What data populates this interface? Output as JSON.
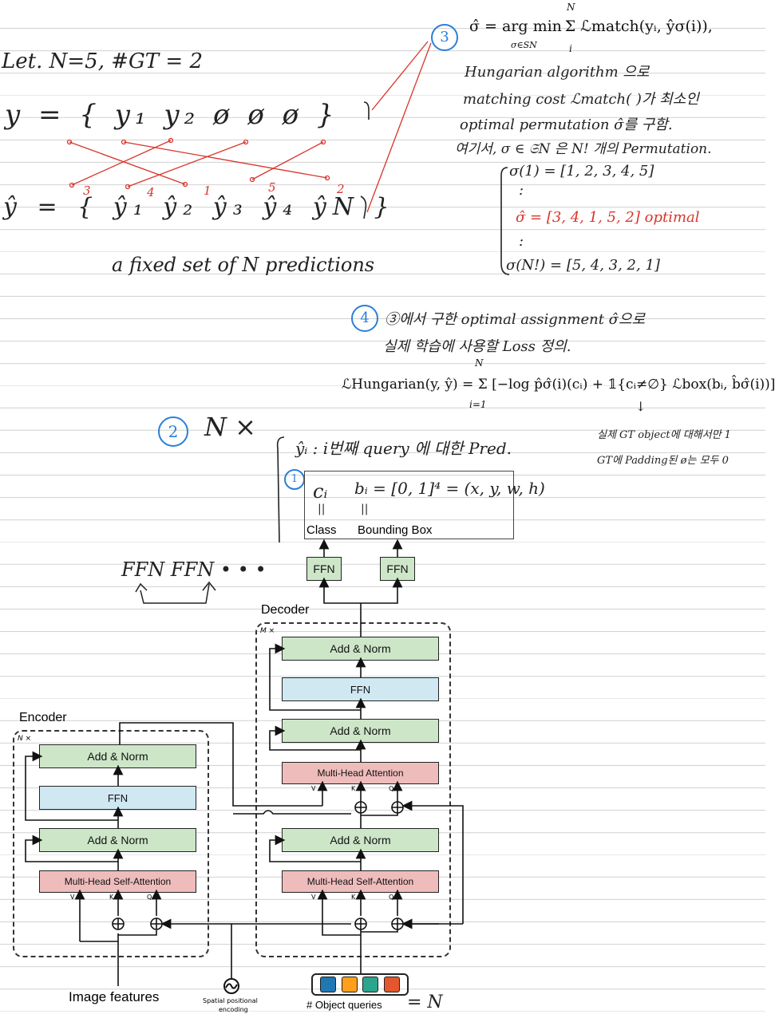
{
  "notes": {
    "let_line": "Let.  N=5,   #GT = 2",
    "y_label": "y = { y₁   y₂   ø   ø   ø }",
    "yhat_label": "ŷ = { ŷ₁   ŷ₂   ŷ₃   ŷ₄   ŷN }",
    "perm_numbers": [
      "3",
      "4",
      "1",
      "5",
      "2"
    ],
    "fixed_set": "a fixed set of N predictions",
    "step3_circle": "3",
    "sigma_hat_formula": "σ̂ = arg min Σ ℒmatch(yᵢ, ŷσ(i)),",
    "sigma_hat_sub": "σ∈SN",
    "sigma_hat_sum_top": "N",
    "sigma_hat_sum_bottom": "i",
    "hungarian_lines": [
      "Hungarian algorithm 으로",
      "matching cost ℒmatch( )가 최소인",
      "optimal permutation σ̂를 구함.",
      "여기서, σ ∈ 𝔖N 은  N! 개의 Permutation."
    ],
    "perm_list": [
      "σ(1) = [1, 2, 3, 4, 5]",
      ":",
      "σ̂  = [3, 4, 1, 5, 2]  optimal",
      ":",
      "σ(N!) = [5, 4, 3, 2, 1]"
    ],
    "step4_circle": "4",
    "step4_lines": [
      "③에서 구한 optimal assignment σ̂으로",
      "실제 학습에 사용할 Loss 정의."
    ],
    "hungarian_loss": "ℒHungarian(y, ŷ) = Σ [−log p̂σ̂(i)(cᵢ) + 𝟙{cᵢ≠∅} ℒbox(bᵢ, b̂σ̂(i))]",
    "loss_sum_top": "N",
    "loss_sum_bottom": "i=1",
    "indicator_notes": [
      "실제 GT object에 대해서만 1",
      "GT에 Padding된 ø는 모두 0"
    ],
    "step2_circle": "2",
    "step2_text": "N ×",
    "yi_text": "ŷᵢ : i번째 query 에 대한 Pred.",
    "step1_circle": "1",
    "ci_text": "cᵢ",
    "bi_text": "bᵢ = [0, 1]⁴ = (x, y, w, h)",
    "ffn_scribble": "FFN    FFN   • • •"
  },
  "diagram": {
    "output_labels": [
      "Class",
      "Bounding Box"
    ],
    "ffn": "FFN",
    "decoder_title": "Decoder",
    "encoder_title": "Encoder",
    "decoder_repeat": "M ×",
    "encoder_repeat": "N ×",
    "add_norm": "Add & Norm",
    "mha": "Multi-Head Attention",
    "mhsa": "Multi-Head  Self-Attention",
    "qkv": [
      "V",
      "K",
      "Q"
    ],
    "image_features": "Image features",
    "spatial_line1": "Spatial  positional",
    "spatial_line2": "encoding",
    "object_queries": "# Object queries",
    "object_queries_eq": "= N",
    "query_colors": [
      "#1f77b4",
      "#ff9f1c",
      "#2ca58d",
      "#e4572e"
    ]
  }
}
